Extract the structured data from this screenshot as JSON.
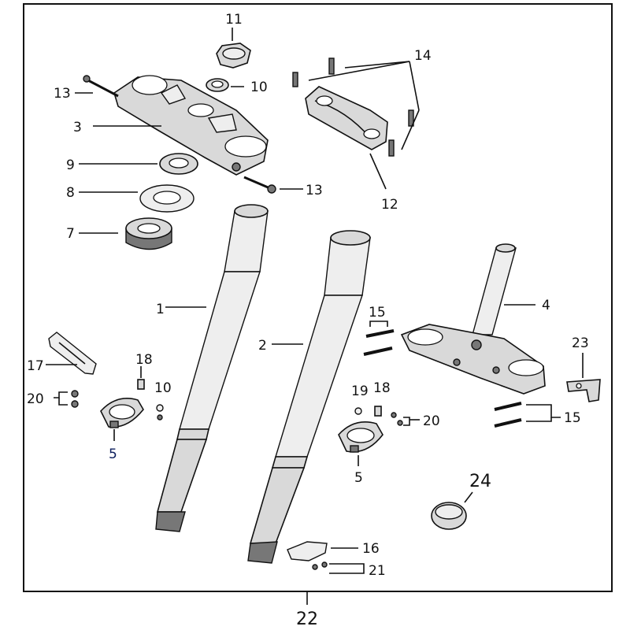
{
  "diagram": {
    "colors": {
      "ink": "#111111",
      "callout_blue": "#0b1d5c",
      "part_fill": "#d9d9d9"
    },
    "labels": {
      "l11": "11",
      "l10a": "10",
      "l13a": "13",
      "l3": "3",
      "l9": "9",
      "l13b": "13",
      "l8": "8",
      "l7": "7",
      "l14": "14",
      "l12": "12",
      "l1": "1",
      "l2": "2",
      "l4": "4",
      "l15a": "15",
      "l23": "23",
      "l15b": "15",
      "l17": "17",
      "l18a": "18",
      "l10b": "10",
      "l20a": "20",
      "l5a": "5",
      "l19": "19",
      "l18b": "18",
      "l20b": "20",
      "l5b": "5",
      "l24": "24",
      "l16": "16",
      "l21": "21",
      "l22": "22"
    }
  }
}
